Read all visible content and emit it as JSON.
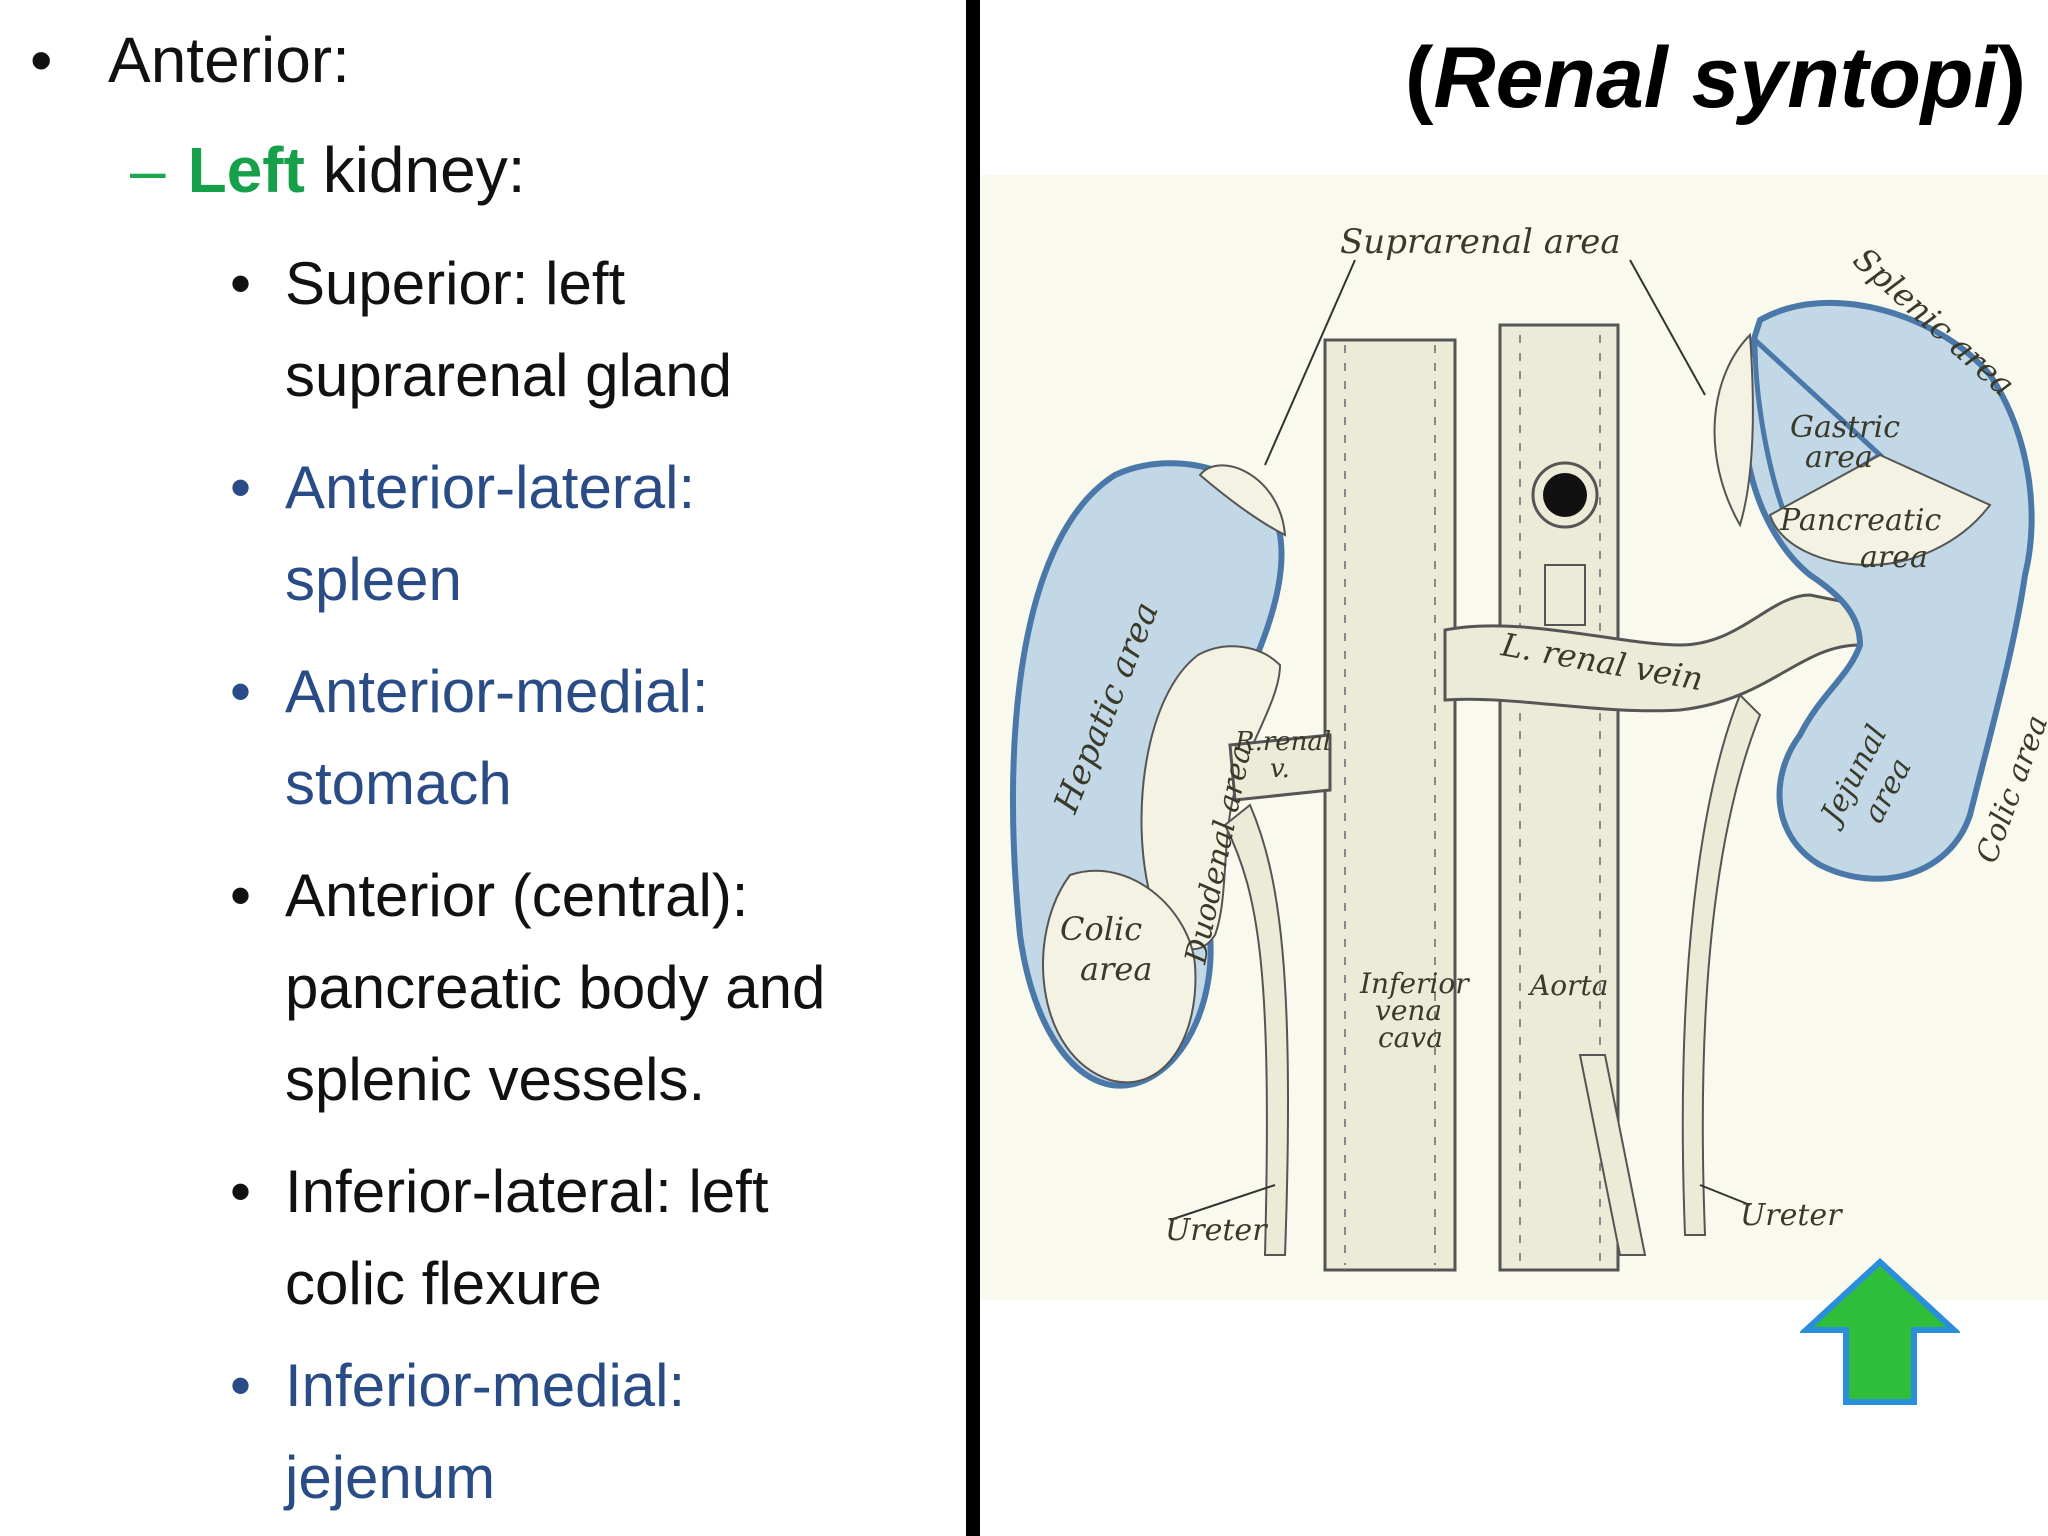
{
  "title": {
    "open": "(",
    "italic": "Renal syntopi",
    "close": ")"
  },
  "outline": {
    "level1": {
      "bullet": "•",
      "text": "Anterior:"
    },
    "level2": {
      "dash": "–",
      "highlight": "Left",
      "rest": " kidney:"
    },
    "items": [
      {
        "bullet": "•",
        "color": "black",
        "lines": [
          "Superior: left",
          "suprarenal gland"
        ]
      },
      {
        "bullet": "•",
        "color": "blue",
        "lines": [
          "Anterior-lateral:",
          "spleen"
        ]
      },
      {
        "bullet": "•",
        "color": "blue",
        "lines": [
          "Anterior-medial:",
          "stomach"
        ]
      },
      {
        "bullet": "•",
        "color": "black",
        "lines": [
          "Anterior (central):",
          "pancreatic body and",
          "splenic vessels."
        ]
      },
      {
        "bullet": "•",
        "color": "black",
        "lines": [
          "Inferior-lateral: left",
          "colic flexure"
        ]
      },
      {
        "bullet": "•",
        "color": "blue",
        "lines": [
          "Inferior-medial:",
          "jejenum"
        ]
      }
    ]
  },
  "illustration_labels": {
    "suprarenal": "Suprarenal area",
    "splenic": "Splenic area",
    "gastric_1": "Gastric",
    "gastric_2": "area",
    "pancreatic_1": "Pancreatic",
    "pancreatic_2": "area",
    "hepatic": "Hepatic area",
    "duodenal": "Duodenal area",
    "r_renal_1": "R.renal",
    "r_renal_2": "v.",
    "l_renal": "L. renal vein",
    "jejunal_1": "Jejunal",
    "jejunal_2": "area",
    "colic_left": "Colic area",
    "colic_right_1": "Colic",
    "colic_right_2": "area",
    "ivc_1": "Inferior",
    "ivc_2": "vena",
    "ivc_3": "cava",
    "aorta": "Aorta",
    "ureter_left": "Ureter",
    "ureter_right": "Ureter"
  },
  "colors": {
    "left_highlight": "#17a04a",
    "blue_text": "#2a4c86",
    "area_fill": "#c3d8e6",
    "area_edge": "#4a78a8",
    "arrow_fill": "#2fbe3a",
    "arrow_edge": "#2a8fd8"
  },
  "icons": {
    "arrow": "up-arrow-icon"
  }
}
